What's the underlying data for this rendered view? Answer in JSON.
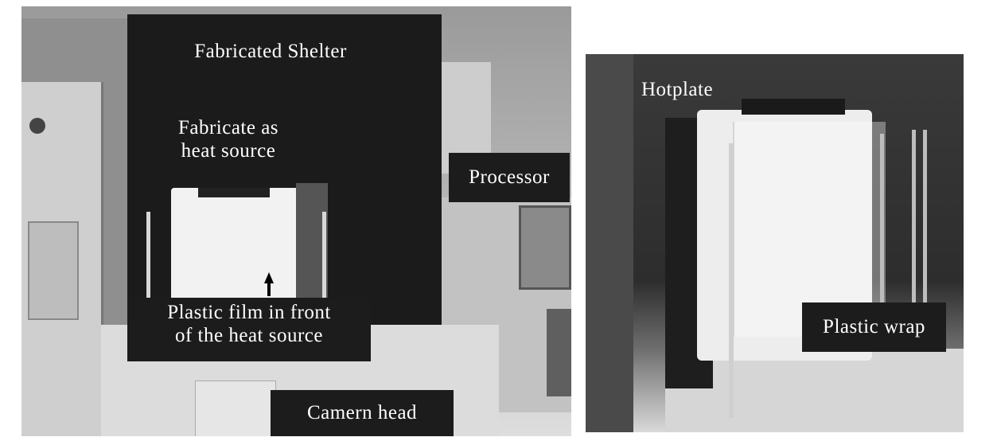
{
  "left_photo": {
    "labels": {
      "shelter": "Fabricated Shelter",
      "heat_source": "Fabricate as\nheat source",
      "processor": "Processor",
      "film": "Plastic film in  front\nof the heat source",
      "camera": "Camern head"
    }
  },
  "right_photo": {
    "labels": {
      "hotplate": "Hotplate",
      "wrap": "Plastic wrap"
    }
  }
}
